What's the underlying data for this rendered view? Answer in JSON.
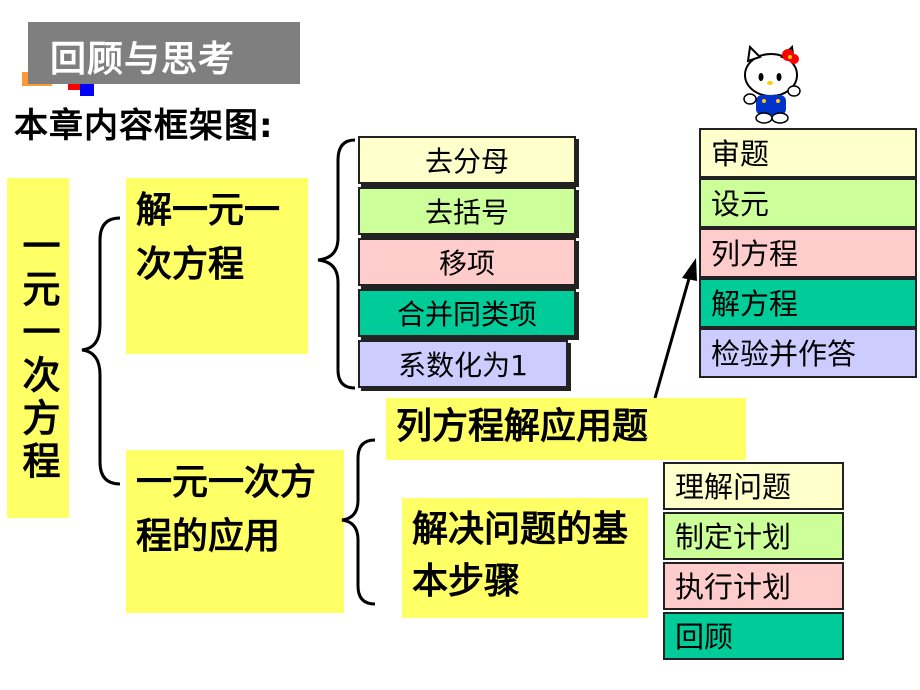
{
  "title": "回顾与思考",
  "subtitle": "本章内容框架图:",
  "topic": "一元一次方程",
  "branches": {
    "solve": "解一元一次方程",
    "apply": "一元一次方程的应用"
  },
  "solve_steps": [
    "去分母",
    "去括号",
    "移项",
    "合并同类项",
    "系数化为1"
  ],
  "apply_items": {
    "word_problem": "列方程解应用题",
    "basic_steps": "解决问题的基本步骤"
  },
  "word_problem_steps": [
    "审题",
    "设元",
    "列方程",
    "解方程",
    "检验并作答"
  ],
  "basic_step_list": [
    "理解问题",
    "制定计划",
    "执行计划",
    "回顾"
  ],
  "colors": {
    "highlight": "#ffff66",
    "title_bg": "#7f7f7f",
    "cream": "#ffffcc",
    "green": "#ccff99",
    "pink": "#ffcccc",
    "teal": "#00cc99",
    "lavender": "#ccccff"
  },
  "icons": {
    "mascot": "kitty-mascot"
  }
}
